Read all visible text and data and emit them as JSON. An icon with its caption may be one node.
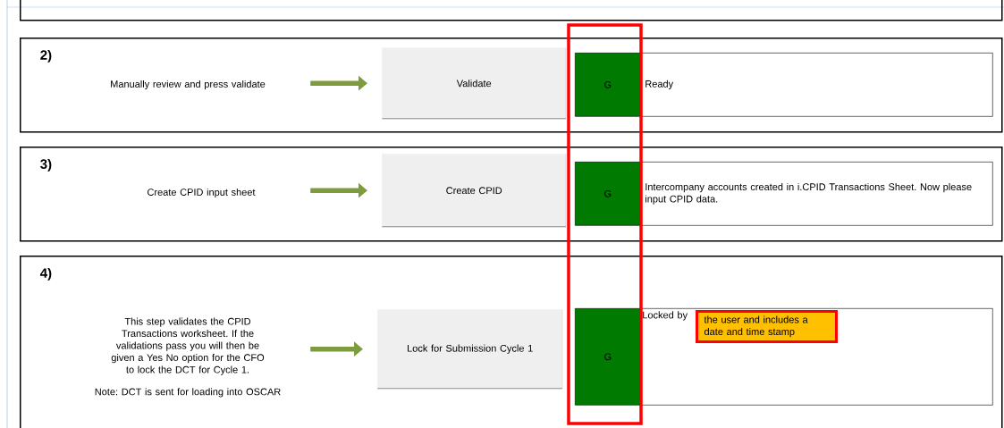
{
  "diagram": {
    "nodes": [
      {
        "text": [],
        "shape": "box"
      },
      {
        "text": [
          "2)"
        ]
      },
      {
        "text": [
          "Manually review and press validate"
        ],
        "in": 1
      },
      {
        "text": [
          "Validate"
        ],
        "in": 1
      },
      {
        "text": [
          "G"
        ],
        "in": 1
      },
      {
        "text": [
          "Ready"
        ],
        "in": 1
      },
      {
        "text": [
          "3)"
        ]
      },
      {
        "text": [
          "Create CPID input sheet"
        ],
        "in": 6
      },
      {
        "text": [
          "Create CPID"
        ],
        "in": 6
      },
      {
        "text": [
          "G"
        ],
        "in": 6
      },
      {
        "text": [
          "Intercompany accounts created in i.CPID Transactions Sheet.  Now please input CPID data."
        ],
        "in": 6
      },
      {
        "text": [
          "4)"
        ]
      },
      {
        "text": [
          "This step validates the CPID Transactions worksheet. If the validations pass you will then be given a Yes No option for the CFO to lock the DCT for Cycle 1.",
          "Note: DCT is sent for loading into OSCAR"
        ],
        "in": 11
      },
      {
        "text": [
          "Lock for Submission Cycle 1"
        ],
        "in": 11
      },
      {
        "text": [
          "G"
        ],
        "in": 11
      },
      {
        "text": [
          "Locked by"
        ],
        "in": 11
      },
      {
        "text": [
          "the user and includes a date and time stamp"
        ],
        "in": 15
      }
    ],
    "edges": [
      {
        "from": 2,
        "to": 3,
        "arrow": "to"
      },
      {
        "from": 7,
        "to": 8,
        "arrow": "to"
      },
      {
        "from": 12,
        "to": 13,
        "arrow": "to"
      }
    ]
  }
}
